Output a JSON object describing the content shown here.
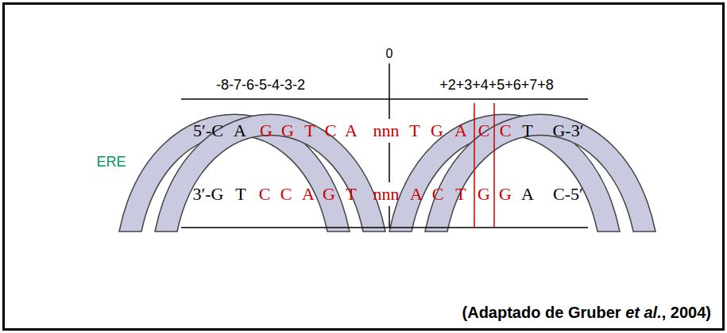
{
  "diagram": {
    "labels": [
      "0",
      "-8-7-6-5-4-3-2",
      "+2+3+4+5+6+7+8",
      "ERE",
      "5′-C",
      "A",
      "G",
      "G",
      "T",
      "C",
      "A",
      "nnn",
      "T",
      "G",
      "A",
      "C",
      "C",
      "T",
      "G-3′",
      "3′-G",
      "T",
      "C",
      "C",
      "A",
      "G",
      "T",
      "nnn",
      "A",
      "C",
      "T",
      "G",
      "G",
      "A",
      "C-5′",
      "(Adaptado de Gruber",
      "et al.",
      ", 2004)"
    ]
  }
}
